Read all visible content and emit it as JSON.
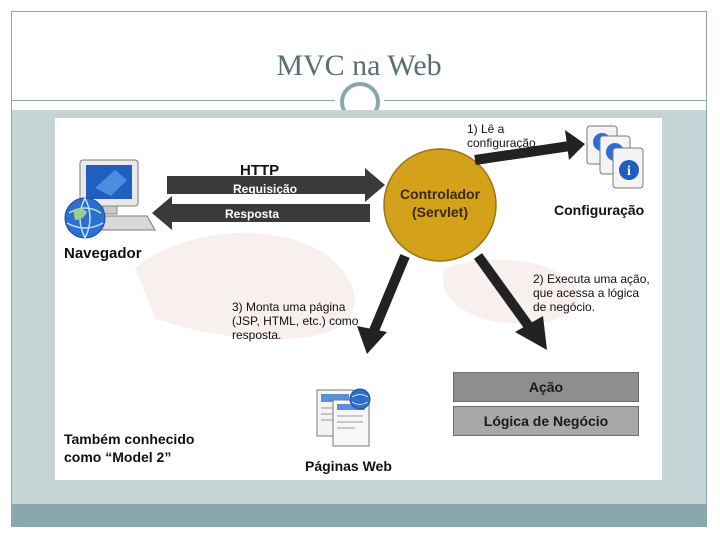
{
  "slide": {
    "title": "MVC na Web"
  },
  "diagram": {
    "protocol": "HTTP",
    "request": "Requisição",
    "response": "Resposta",
    "browser": "Navegador",
    "controller_line1": "Controlador",
    "controller_line2": "(Servlet)",
    "config": "Configuração",
    "step1": "1) Lê a configuração.",
    "step2": "2) Executa uma ação, que acessa a lógica de negócio.",
    "step3": "3) Monta uma página (JSP, HTML, etc.) como resposta.",
    "action": "Ação",
    "business_logic": "Lógica de Negócio",
    "web_pages": "Páginas Web",
    "aka_line1": "Também conhecido",
    "aka_line2": "como “Model 2”",
    "colors": {
      "controller": "#d4a21a",
      "arrow": "#222222",
      "accent": "#8aa8ac"
    },
    "icons": [
      "computer-icon",
      "globe-icon",
      "config-documents-icon",
      "web-pages-icon"
    ]
  }
}
